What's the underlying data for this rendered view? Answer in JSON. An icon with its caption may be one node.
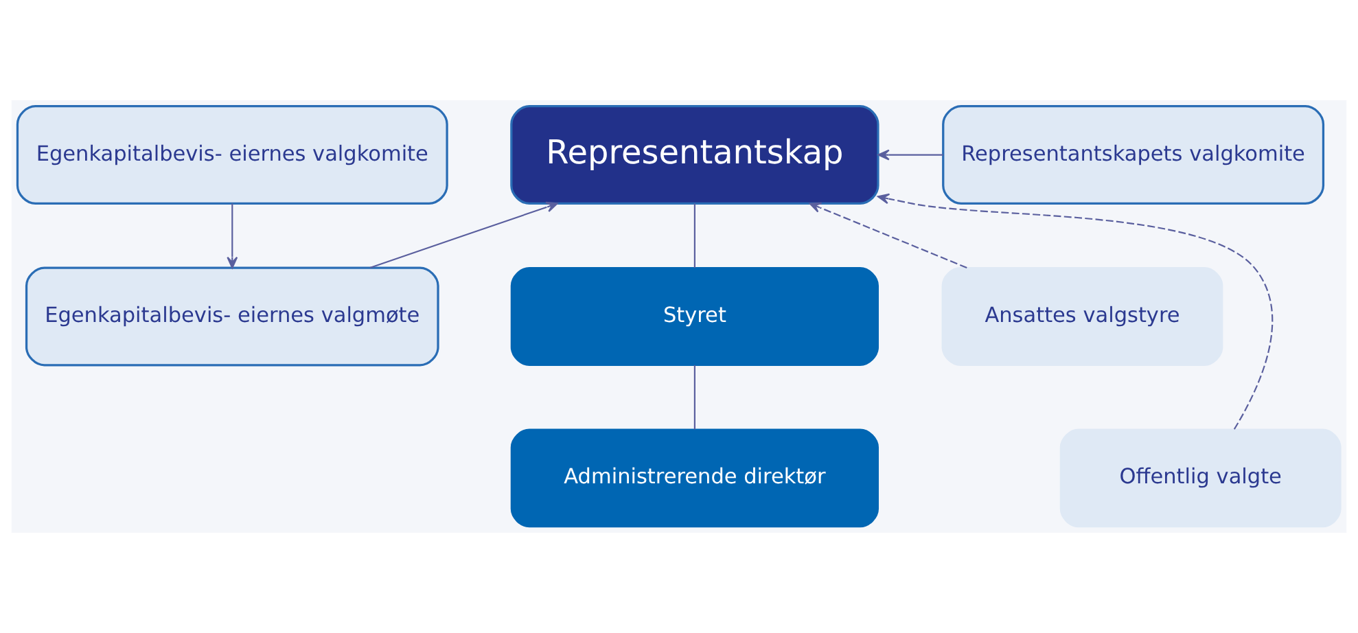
{
  "diagram": {
    "nodes": [
      {
        "text": [
          "Egenkapitalbevis- eiernes valgkomite"
        ]
      },
      {
        "text": [
          "Representantskap"
        ]
      },
      {
        "text": [
          "Representantskapets valgkomite"
        ]
      },
      {
        "text": [
          "Egenkapitalbevis- eiernes valgmøte"
        ]
      },
      {
        "text": [
          "Styret"
        ]
      },
      {
        "text": [
          "Ansattes valgstyre"
        ]
      },
      {
        "text": [
          "Administrerende direktør"
        ]
      },
      {
        "text": [
          "Offentlig valgte"
        ]
      }
    ],
    "edges": [
      {
        "from": 0,
        "to": 3,
        "arrow": "to"
      },
      {
        "from": 3,
        "to": 1,
        "arrow": "to"
      },
      {
        "from": 2,
        "to": 1,
        "arrow": "to"
      },
      {
        "from": 1,
        "to": 4,
        "arrow": "none"
      },
      {
        "from": 4,
        "to": 6,
        "arrow": "none"
      },
      {
        "from": 5,
        "to": 1,
        "arrow": "to",
        "style": "dashed"
      },
      {
        "from": 7,
        "to": 1,
        "arrow": "to",
        "style": "dashed"
      }
    ]
  }
}
